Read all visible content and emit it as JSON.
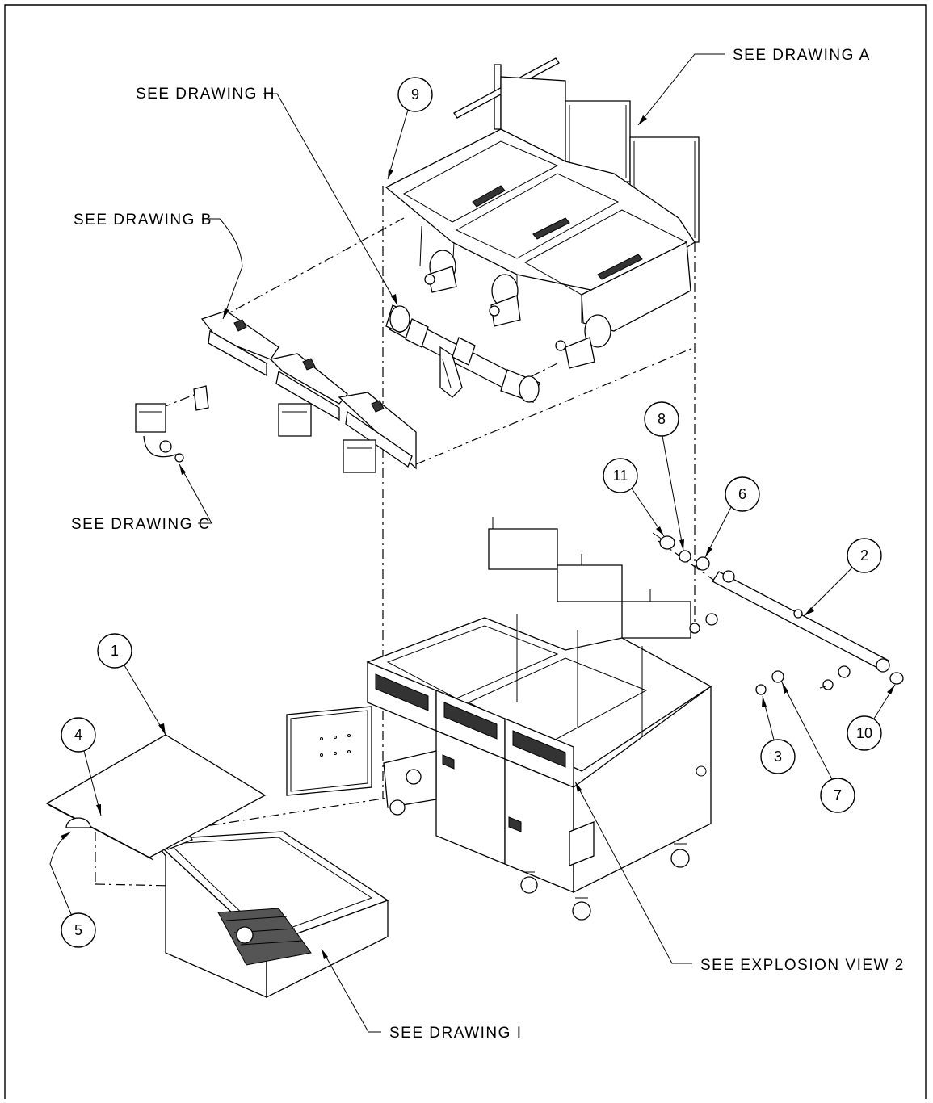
{
  "references": {
    "drawing_a": "SEE DRAWING A",
    "drawing_h": "SEE DRAWING H",
    "drawing_b": "SEE DRAWING B",
    "drawing_c": "SEE DRAWING C",
    "drawing_i": "SEE DRAWING I",
    "explosion_view_2": "SEE EXPLOSION VIEW 2"
  },
  "balloons": [
    "1",
    "2",
    "3",
    "4",
    "5",
    "6",
    "7",
    "8",
    "9",
    "10",
    "11"
  ],
  "colors": {
    "line": "#000000",
    "background": "#ffffff"
  }
}
